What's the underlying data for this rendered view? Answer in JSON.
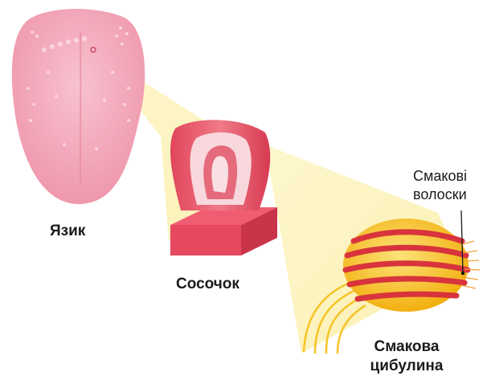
{
  "labels": {
    "tongue": "Язик",
    "papilla": "Сосочок",
    "taste_bud_line1": "Смакова",
    "taste_bud_line2": "цибулина",
    "taste_hairs_line1": "Смакові",
    "taste_hairs_line2": "волоски"
  },
  "colors": {
    "tongue": "#f3a6b8",
    "beam": "#fbf2b6",
    "papilla": "#e6485f",
    "bud_yellow": "#f7c21b",
    "bud_red": "#d8343c"
  }
}
